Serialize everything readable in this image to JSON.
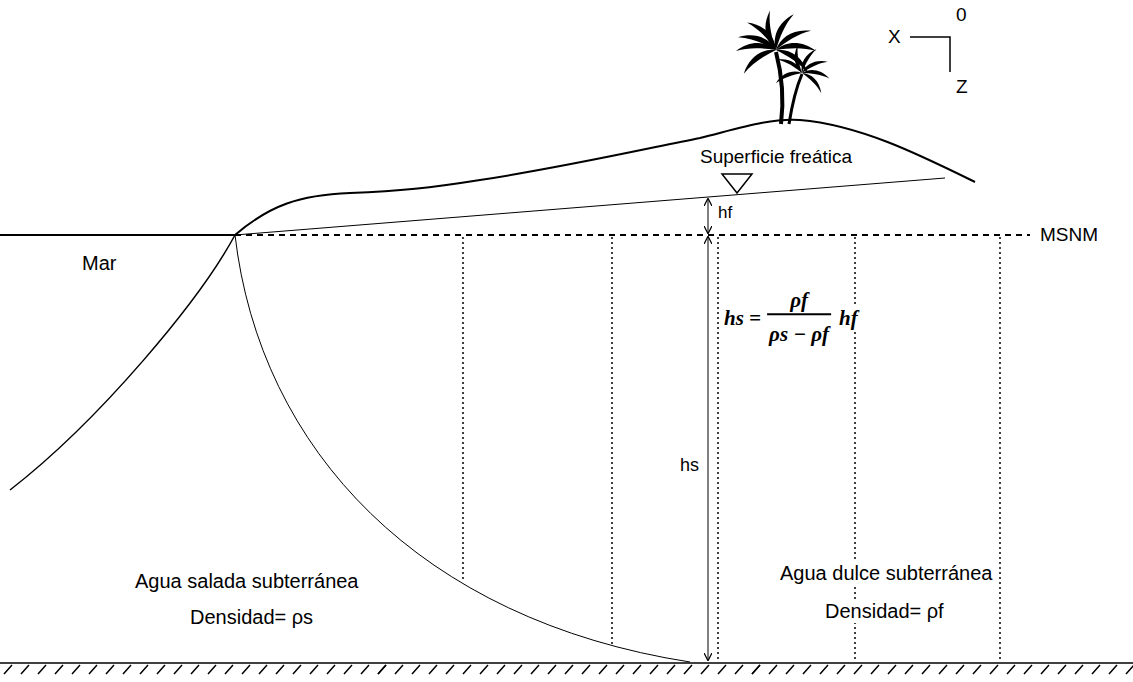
{
  "diagram": {
    "labels": [
      "X",
      "0",
      "Z",
      "Superficie freática",
      "hf",
      "MSNM",
      "Mar",
      "hs =",
      "ρf",
      "ρs − ρf",
      "hf",
      "hs",
      "Agua salada subterránea",
      "Densidad= ρs",
      "Agua dulce subterránea",
      "Densidad= ρf"
    ]
  }
}
